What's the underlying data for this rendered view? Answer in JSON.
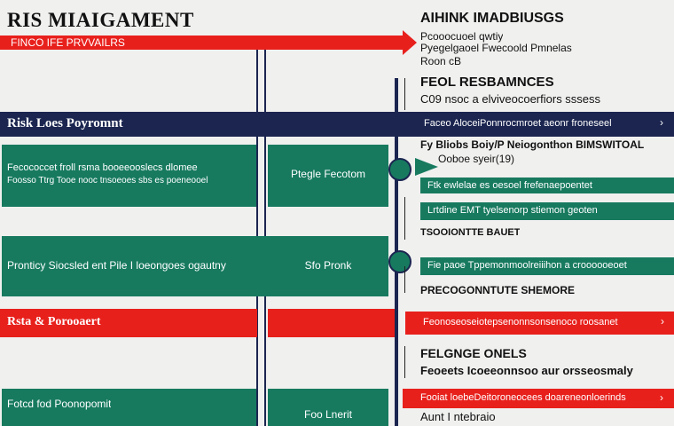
{
  "header": {
    "title": "RIS MIAIGAMENT",
    "subtitle": "FINCO IFE PRVVAILRS"
  },
  "top_right": {
    "title": "AIHINK IMADBIUSGS",
    "line1": "Pcooocuoel qwtiy",
    "line2": "Pyegelgaoel Fwecoold Pmnelas",
    "line3": "Roon cB"
  },
  "responses": {
    "title": "FEOL RESBAMNCES",
    "subtitle": "C09 nsoc a elviveocoerfiors sssess"
  },
  "rows": {
    "r1": {
      "left": "Risk Loes Poyromnt",
      "right": "Faceo AloceiPonnrocmroet aeonr froneseel"
    },
    "r2": {
      "left": "Fecococcet froll rsma booeeooslecs dlomee",
      "left2": "Foosso Ttrg Tooe nooc tnsoeoes sbs es poeneooel",
      "mid": "Ptegle Fecotom"
    },
    "r2_right": {
      "head": "Fy Bliobs Boiy/P Neiogonthon BIMSWITOAL",
      "head2": "Ooboe syeir(19)",
      "bar1": "Ftk ewlelae es oesoel frefenaepoentet",
      "bar2": "Lrtdine EMT tyelsenorp stiemon geoten",
      "note": "TSOOIONTTE BAUET"
    },
    "r3": {
      "left": "Pronticy Siocsled ent Pile I loeongoes ogautny",
      "mid": "Sfo Pronk"
    },
    "r3_right": {
      "bar": "Fie paoe Tppemonmoolreiiihon a croooooeoet",
      "note": "PRECOGONNTUTE SHEMORE"
    },
    "r4": {
      "left": "Rsta & Porooaert",
      "right": "Feonoseoseiotepsenonnsonsenoco roosanet"
    },
    "fonds": {
      "title": "FELGNGE ONELS",
      "line": "Feoeets Icoeeonnsoo aur orsseosmaly"
    },
    "r5": {
      "bar": "Fooiat loebeDeitoroneocees doareneonloerinds",
      "left": "Fotcd fod Poonopomit",
      "mid": "Foo Lnerit",
      "note": "Aunt I ntebraio"
    }
  },
  "colors": {
    "navy": "#1b2550",
    "green": "#177a5f",
    "red": "#e8201c"
  }
}
